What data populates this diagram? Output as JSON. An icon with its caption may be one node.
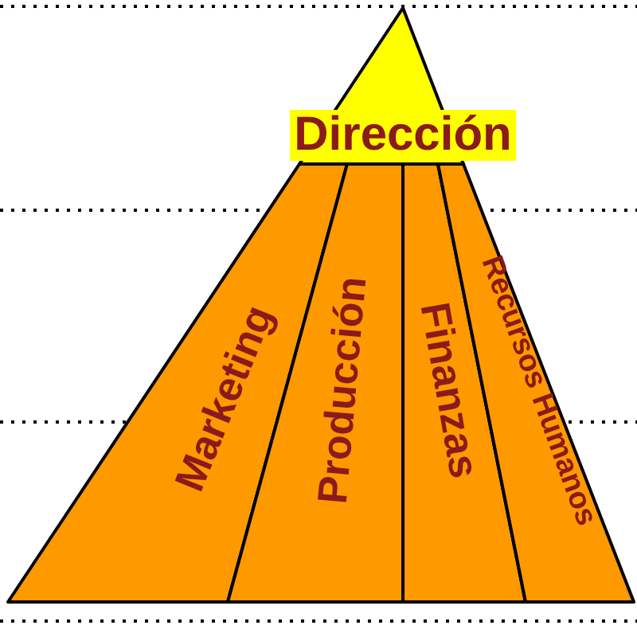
{
  "diagram": {
    "nodes": [
      {
        "text": [
          "Dirección"
        ]
      },
      {
        "text": [
          "Marketing"
        ]
      },
      {
        "text": [
          "Producción"
        ]
      },
      {
        "text": [
          "Finanzas"
        ]
      },
      {
        "text": [
          "Recursos Humanos"
        ]
      }
    ]
  }
}
